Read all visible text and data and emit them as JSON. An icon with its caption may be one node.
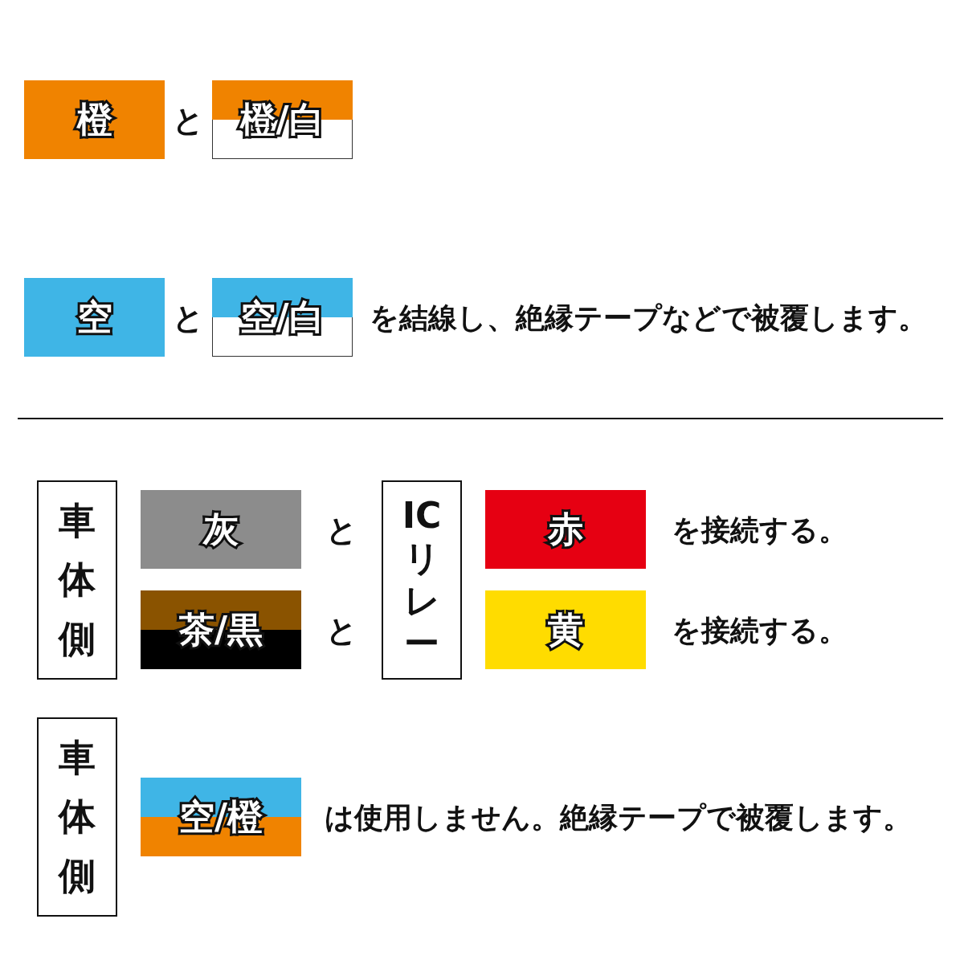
{
  "diagram": {
    "nodes": [
      {
        "text": [
          "橙"
        ]
      },
      {
        "text": [
          "橙/白"
        ]
      },
      {
        "text": [
          "空"
        ]
      },
      {
        "text": [
          "空/白"
        ]
      },
      {
        "text": [
          "車体側"
        ]
      },
      {
        "text": [
          "灰"
        ]
      },
      {
        "text": [
          "茶/黒"
        ]
      },
      {
        "text": [
          "ICリレー"
        ]
      },
      {
        "text": [
          "赤"
        ]
      },
      {
        "text": [
          "黄"
        ]
      },
      {
        "text": [
          "車体側"
        ]
      },
      {
        "text": [
          "空/橙"
        ]
      }
    ],
    "edges": [],
    "labels": [
      "と",
      "と",
      "を結線し、絶縁テープなどで被覆します。",
      "と",
      "を接続する。",
      "と",
      "を接続する。",
      "は使用しません。絶縁テープで被覆します。"
    ]
  }
}
